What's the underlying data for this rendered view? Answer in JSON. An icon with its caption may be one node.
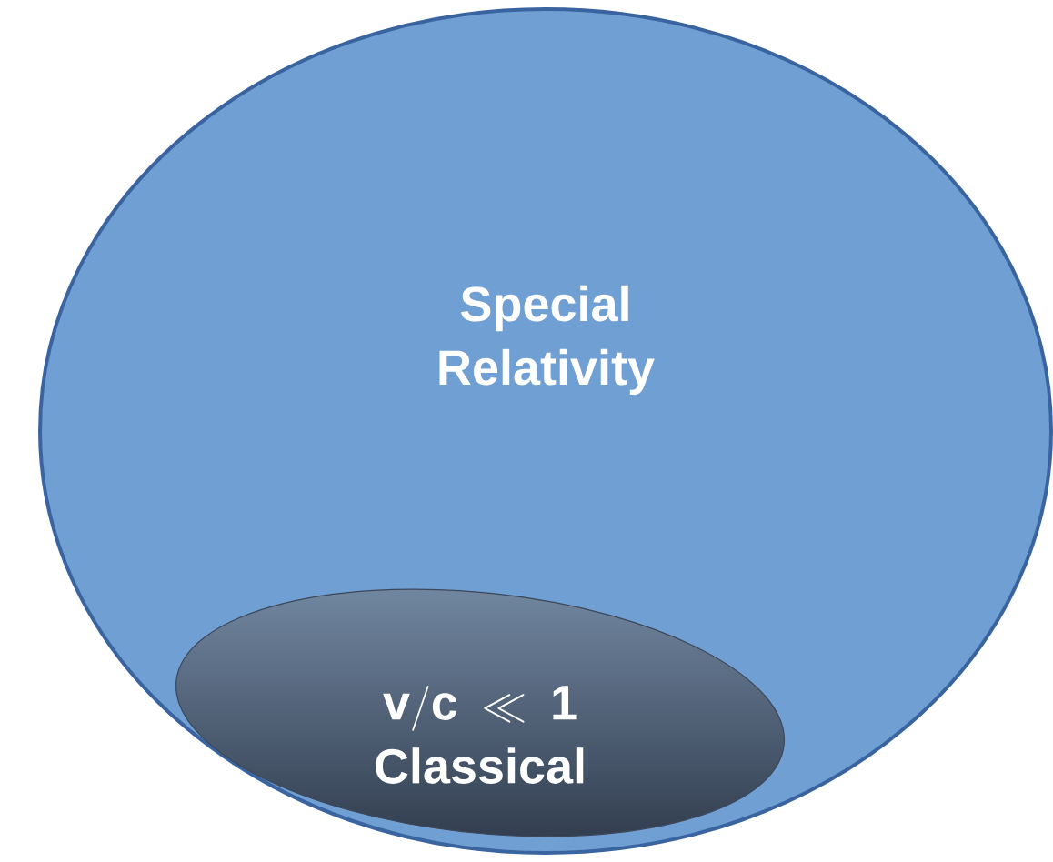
{
  "diagram": {
    "nodes": [
      {
        "text": [
          "Special Relativity"
        ]
      },
      {
        "text": [
          "\\mathbf{v/c} \\ll \\mathbf{1}",
          "Classical"
        ],
        "in": 0
      }
    ]
  }
}
